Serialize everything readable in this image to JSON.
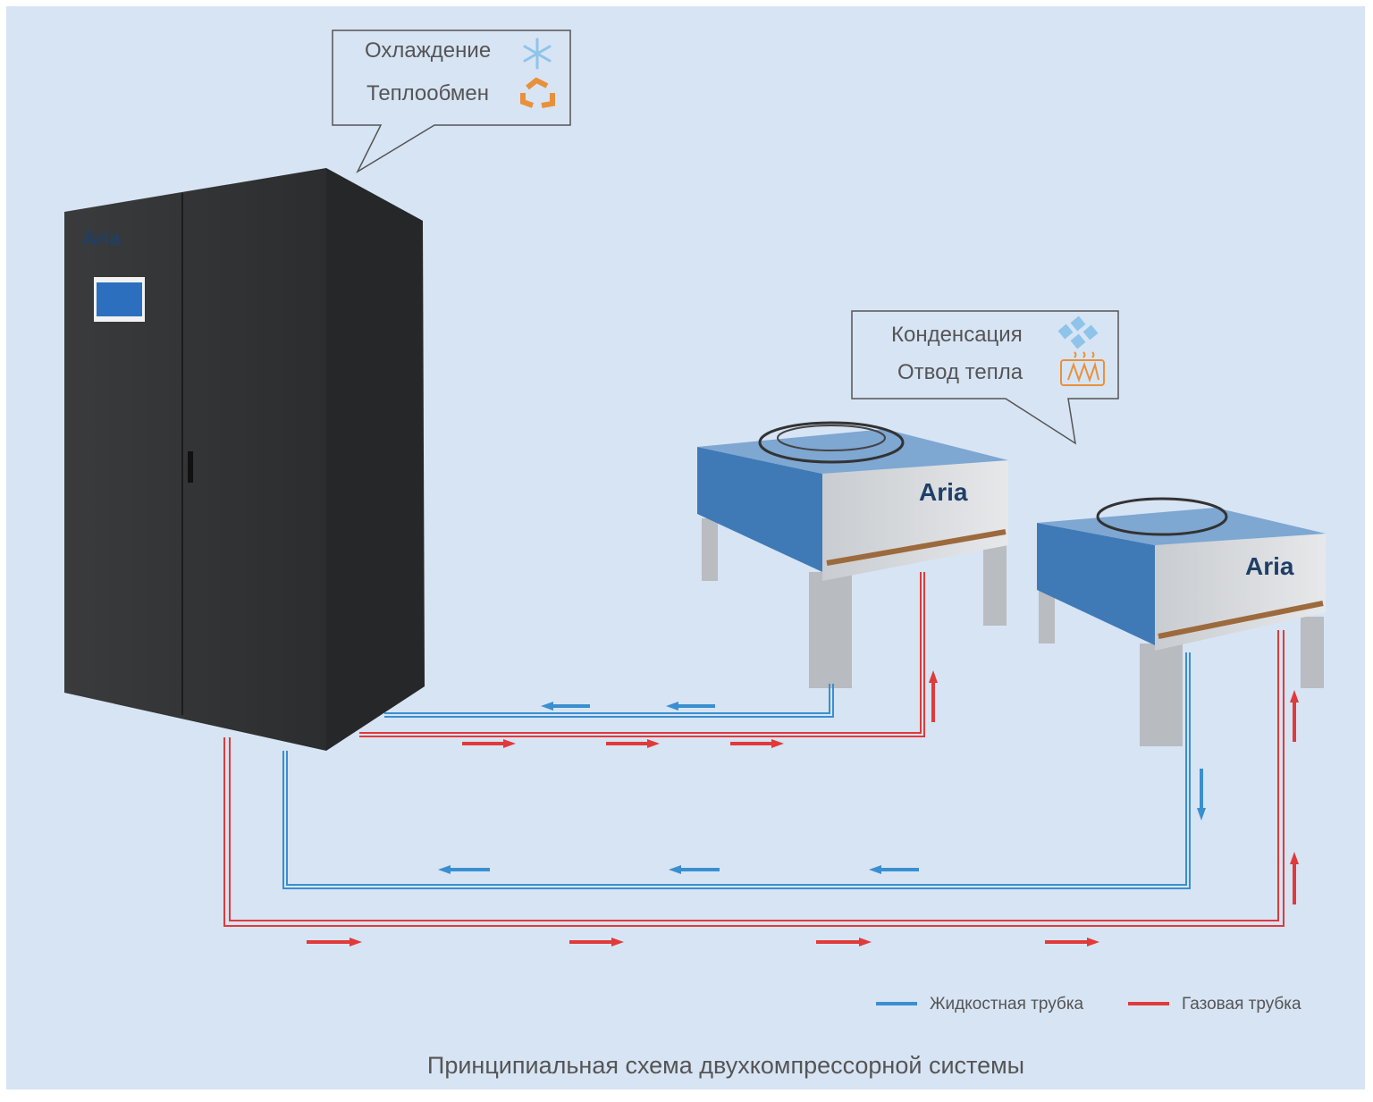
{
  "callouts": {
    "indoor": {
      "line1": "Охлаждение",
      "line1_icon": "snowflake-icon",
      "line2": "Теплообмен",
      "line2_icon": "recycle-icon"
    },
    "outdoor": {
      "line1": "Конденсация",
      "line1_icon": "condensation-icon",
      "line2": "Отвод тепла",
      "line2_icon": "heater-icon"
    }
  },
  "units": {
    "brand": "Aria"
  },
  "legend": {
    "liquid": "Жидкостная трубка",
    "gas": "Газовая трубка"
  },
  "caption": "Принципиальная схема двухкомпрессорной системы",
  "colors": {
    "liquid": "#3a8fd0",
    "gas": "#e03a3a",
    "background": "#d7e4f4",
    "icon_blue": "#8ec4ea",
    "icon_orange": "#e8913a"
  }
}
